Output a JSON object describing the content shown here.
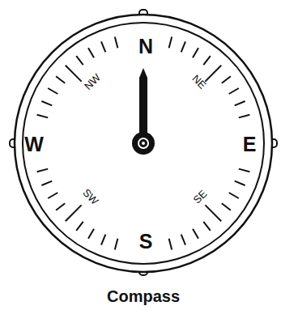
{
  "diagram": {
    "caption": "Compass",
    "labels": [
      "N",
      "NE",
      "E",
      "SE",
      "S",
      "SW",
      "W",
      "NW"
    ]
  }
}
